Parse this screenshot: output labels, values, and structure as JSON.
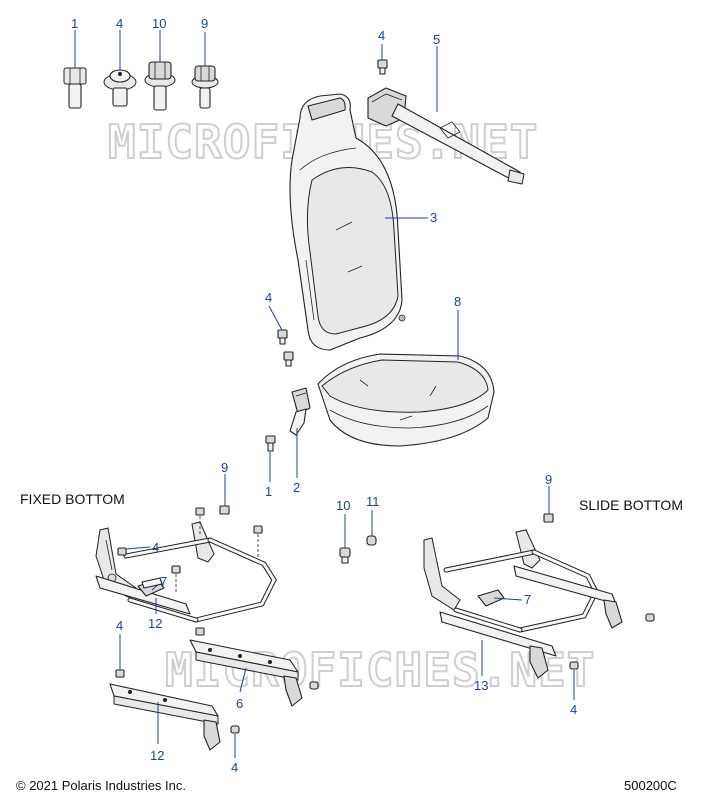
{
  "section_labels": {
    "fixed_bottom": "FIXED BOTTOM",
    "slide_bottom": "SLIDE BOTTOM"
  },
  "watermark": "MICROFICHES.NET",
  "copyright": "© 2021 Polaris Industries Inc.",
  "diagram_code": "500200C",
  "callouts": {
    "bolt_1_top": "1",
    "screw_4_top": "4",
    "flange_bolt_10_top": "10",
    "bolt_9_top": "9",
    "bolt_4_belt": "4",
    "belt_5": "5",
    "seat_back_3": "3",
    "bolt_4_back": "4",
    "seat_cushion_8": "8",
    "bolt_1_buckle": "1",
    "buckle_2": "2",
    "bolt_9_fixed": "9",
    "bolt_4_fixed": "4",
    "lever_7_fixed": "7",
    "frame_12_fixed": "12",
    "bolt_10_mid": "10",
    "nut_11_mid": "11",
    "bolt_4_rail": "4",
    "rail_6": "6",
    "rail_12_lower": "12",
    "bolt_4_lower": "4",
    "bolt_9_slide": "9",
    "lever_7_slide": "7",
    "frame_13_slide": "13",
    "bolt_4_slide": "4"
  },
  "icons": {
    "hex_bolt": "hex-bolt-icon",
    "flange_bolt": "flange-bolt-icon"
  }
}
